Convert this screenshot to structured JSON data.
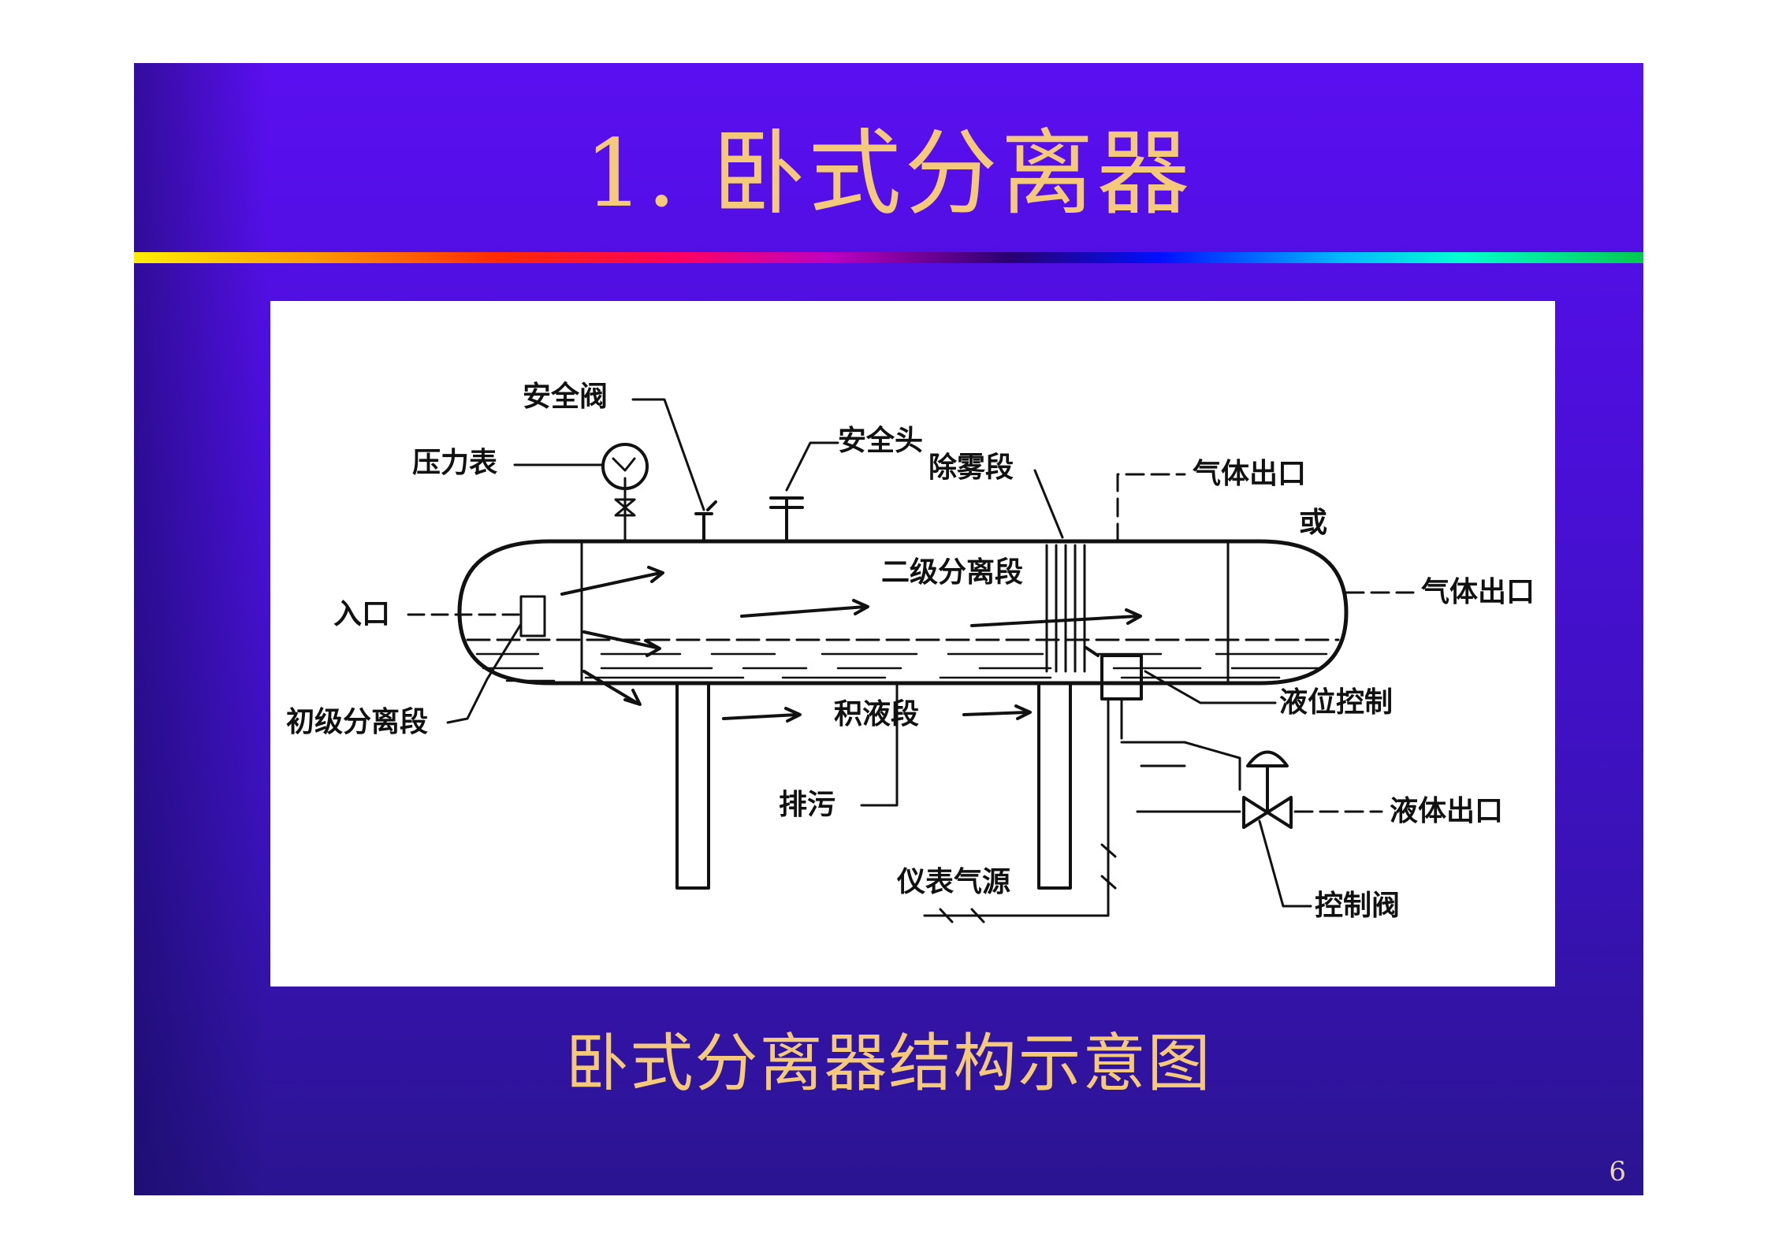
{
  "slide": {
    "title": "1. 卧式分离器",
    "caption": "卧式分离器结构示意图",
    "page_number": "6"
  },
  "diagram": {
    "labels": {
      "safety_valve": "安全阀",
      "pressure_gauge": "压力表",
      "safety_head": "安全头",
      "demister_section": "除雾段",
      "gas_outlet_top": "气体出口",
      "or": "或",
      "gas_outlet_side": "气体出口",
      "inlet": "入口",
      "secondary_section": "二级分离段",
      "primary_section": "初级分离段",
      "liquid_section": "积液段",
      "level_control": "液位控制",
      "drain": "排污",
      "liquid_outlet": "液体出口",
      "instrument_air": "仪表气源",
      "control_valve": "控制阀"
    }
  },
  "colors": {
    "title_text": "#f5c97a",
    "slide_background": "#4a0fd8",
    "diagram_line": "#111111"
  }
}
